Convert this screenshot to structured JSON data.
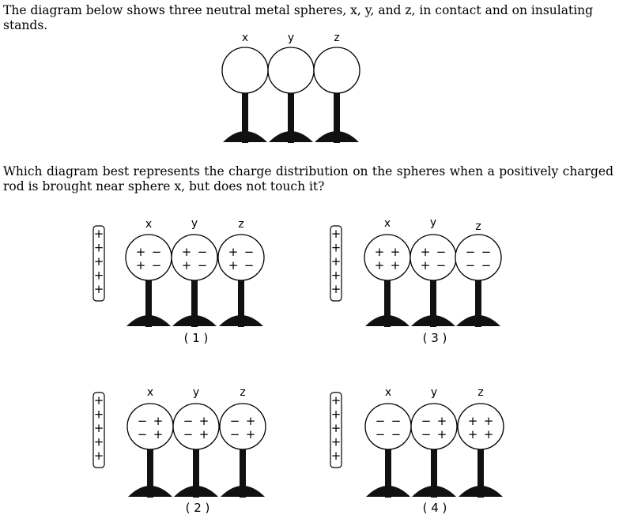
{
  "question_intro": "The diagram below shows three neutral metal spheres, x, y, and z, in contact and on insulating stands.",
  "question_prompt": "Which diagram best represents the charge distribution on the spheres when a positively charged rod is brought near sphere x, but does not touch it?",
  "top_figure": {
    "sphere_labels": [
      "x",
      "y",
      "z"
    ]
  },
  "options": [
    {
      "caption": "( 1 )",
      "rod_charges": [
        "+",
        "+",
        "+",
        "+",
        "+"
      ],
      "spheres": [
        {
          "label": "x",
          "left": [
            "+",
            "+"
          ],
          "right": [
            "−",
            "−"
          ]
        },
        {
          "label": "y",
          "left": [
            "+",
            "+"
          ],
          "right": [
            "−",
            "−"
          ]
        },
        {
          "label": "z",
          "left": [
            "+",
            "+"
          ],
          "right": [
            "−",
            "−"
          ]
        }
      ]
    },
    {
      "caption": "( 3 )",
      "rod_charges": [
        "+",
        "+",
        "+",
        "+",
        "+"
      ],
      "spheres": [
        {
          "label": "x",
          "left": [
            "+",
            "+"
          ],
          "right": [
            "+",
            "+"
          ]
        },
        {
          "label": "y",
          "left": [
            "+",
            "+"
          ],
          "right": [
            "−",
            "−"
          ]
        },
        {
          "label": "z",
          "left": [
            "−",
            "−"
          ],
          "right": [
            "−",
            "−"
          ]
        }
      ]
    },
    {
      "caption": "( 2 )",
      "rod_charges": [
        "+",
        "+",
        "+",
        "+",
        "+"
      ],
      "spheres": [
        {
          "label": "x",
          "left": [
            "−",
            "−"
          ],
          "right": [
            "+",
            "+"
          ]
        },
        {
          "label": "y",
          "left": [
            "−",
            "−"
          ],
          "right": [
            "+",
            "+"
          ]
        },
        {
          "label": "z",
          "left": [
            "−",
            "−"
          ],
          "right": [
            "+",
            "+"
          ]
        }
      ]
    },
    {
      "caption": "( 4 )",
      "rod_charges": [
        "+",
        "+",
        "+",
        "+",
        "+"
      ],
      "spheres": [
        {
          "label": "x",
          "left": [
            "−",
            "−"
          ],
          "right": [
            "−",
            "−"
          ]
        },
        {
          "label": "y",
          "left": [
            "−",
            "−"
          ],
          "right": [
            "+",
            "+"
          ]
        },
        {
          "label": "z",
          "left": [
            "+",
            "+"
          ],
          "right": [
            "+",
            "+"
          ]
        }
      ]
    }
  ]
}
